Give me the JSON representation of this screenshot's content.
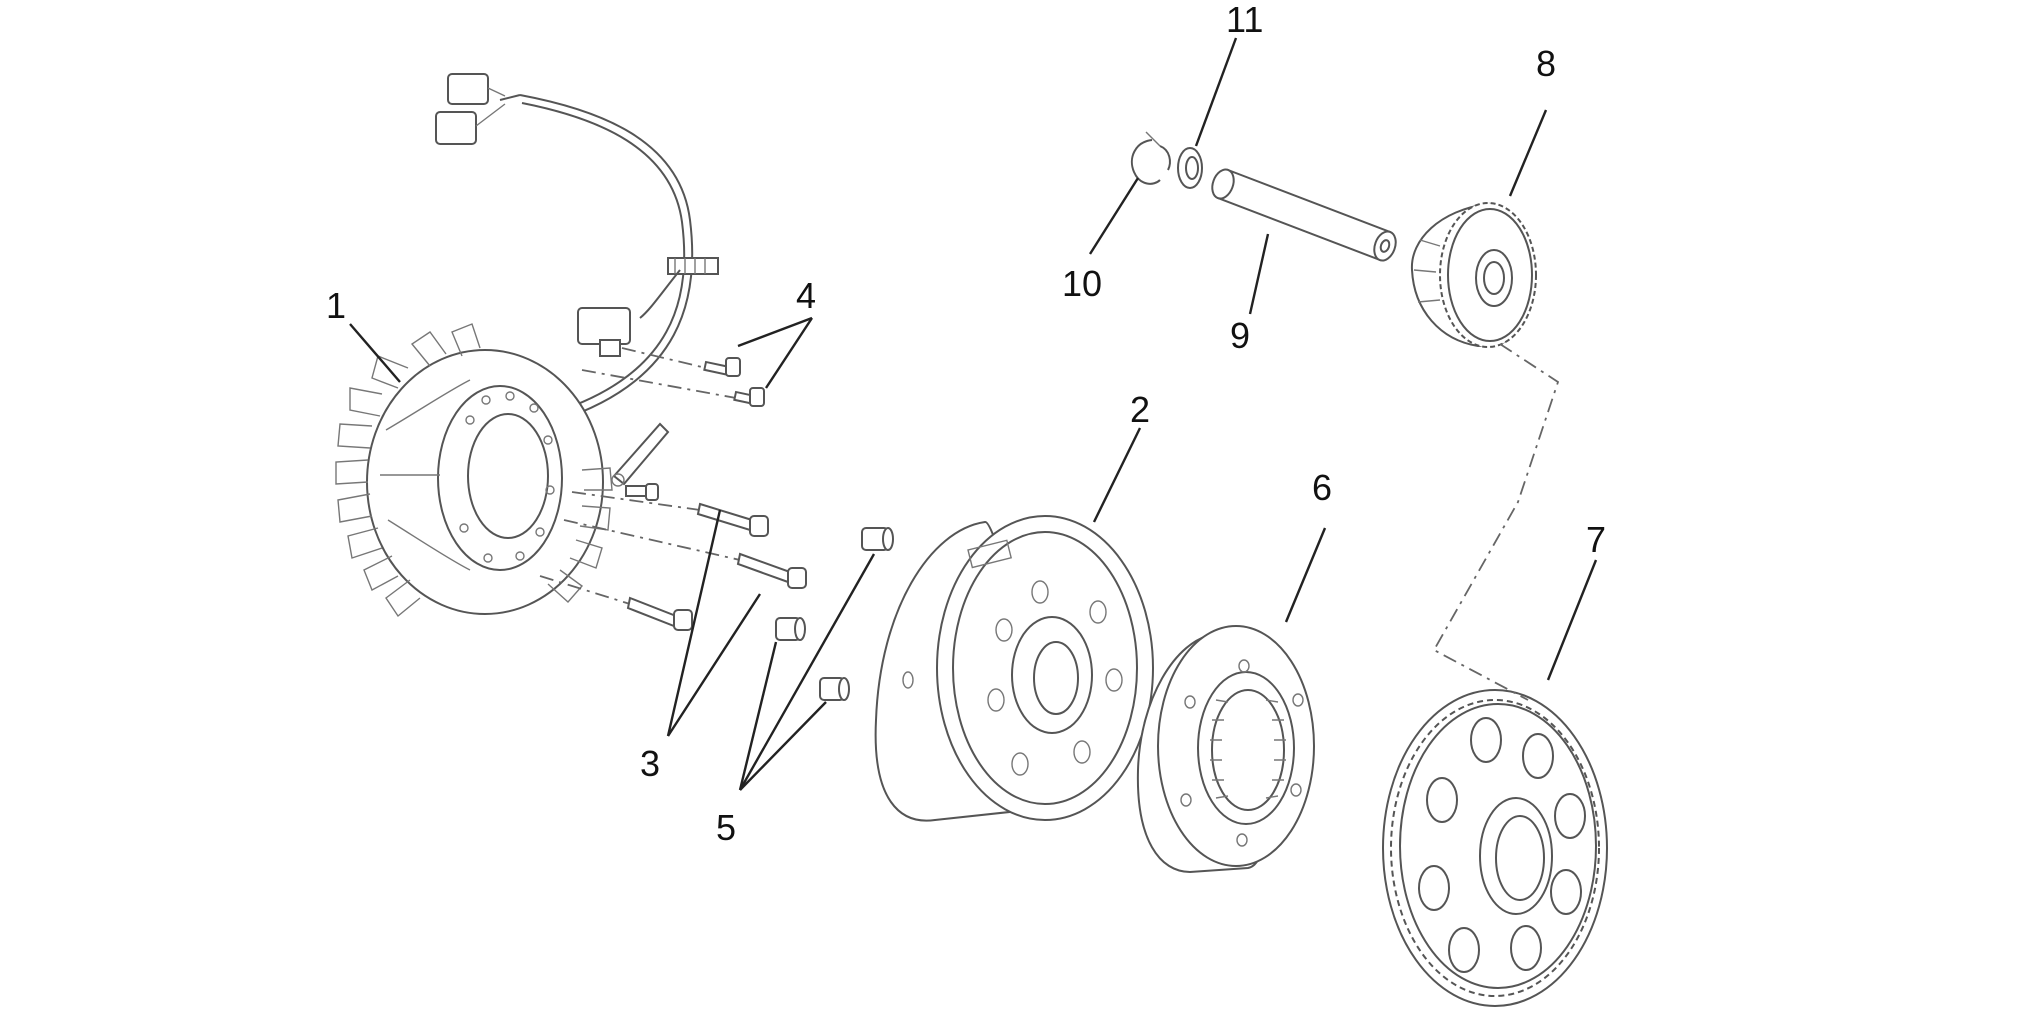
{
  "labels": {
    "l1": "1",
    "l2": "2",
    "l3": "3",
    "l4": "4",
    "l5": "5",
    "l6": "6",
    "l7": "7",
    "l8": "8",
    "l9": "9",
    "l10": "10",
    "l11": "11"
  },
  "colors": {
    "line": "#555555",
    "label": "#111111",
    "background": "#ffffff"
  }
}
